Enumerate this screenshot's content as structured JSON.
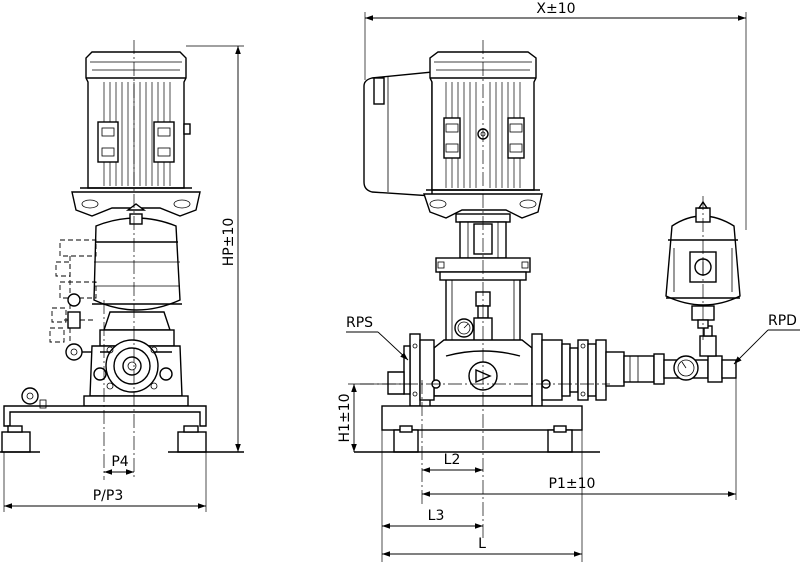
{
  "labels": {
    "x": "X±10",
    "hp": "HP±10",
    "rps": "RPS",
    "rpd": "RPD",
    "h1": "H1±10",
    "p4": "P4",
    "pp3": "P/P3",
    "l2": "L2",
    "p1": "P1±10",
    "l3": "L3",
    "l": "L"
  }
}
